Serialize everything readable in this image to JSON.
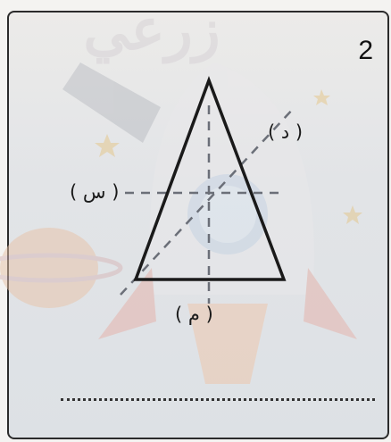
{
  "exercise": {
    "number": "2",
    "labels": {
      "axis_d": "( د )",
      "axis_s": "( س )",
      "axis_m": "( م )"
    },
    "watermark": "زرعي"
  },
  "colors": {
    "outline": "#1a1a1a",
    "dashed_axis": "#6b6f78",
    "watermark": "#d9d5d8"
  }
}
